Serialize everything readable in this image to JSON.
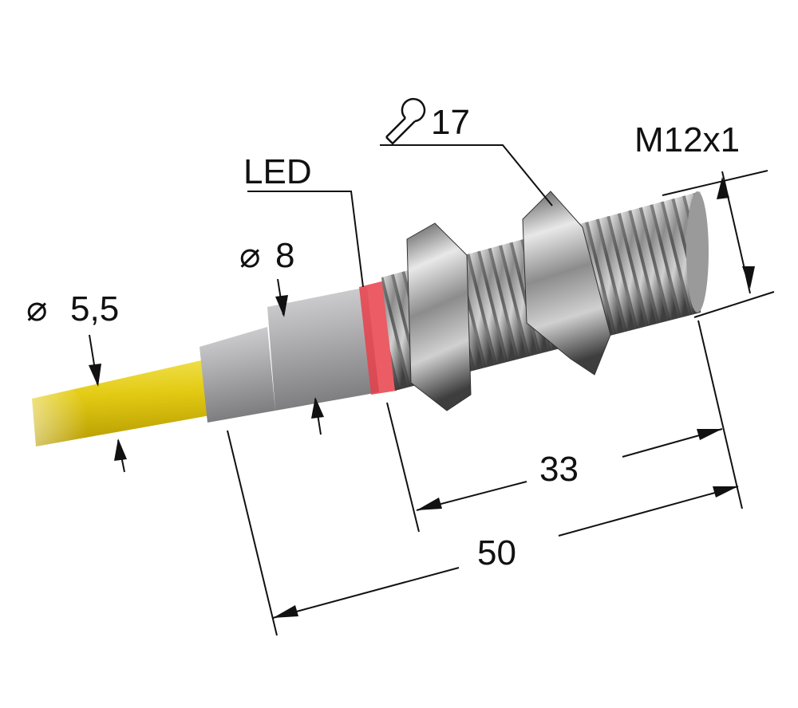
{
  "drawing": {
    "thread_label": "M12x1",
    "wrench_size": "17",
    "led_label": "LED",
    "body_diameter": "8",
    "cable_diameter": "5,5",
    "thread_length": "33",
    "total_length": "50",
    "diameter_symbol": "⌀"
  },
  "colors": {
    "cable": "#e2cc1a",
    "sleeve": "#a9a9ab",
    "led": "#e8404a",
    "metal": "#8a8a8a"
  }
}
